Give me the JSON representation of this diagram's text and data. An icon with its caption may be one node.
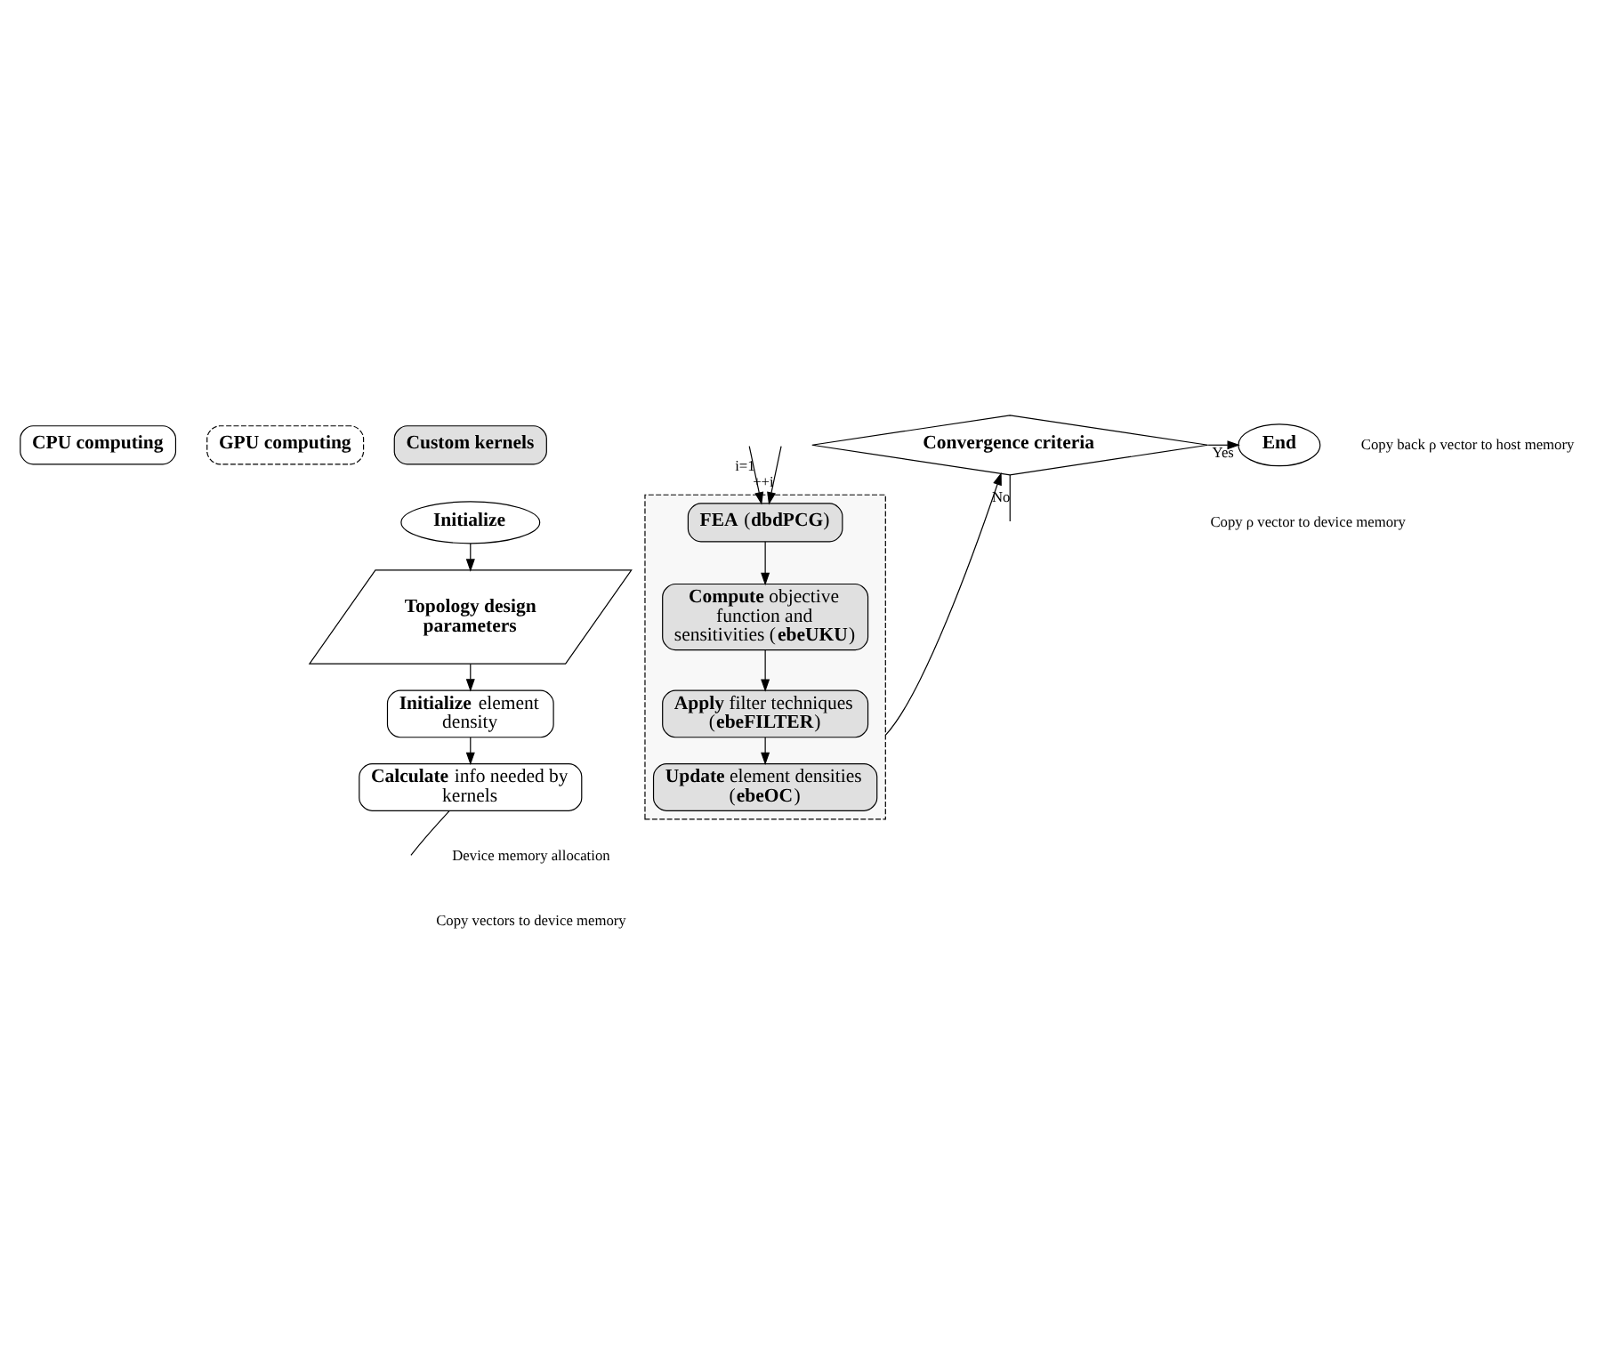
{
  "diagram": {
    "nodes": [
      {
        "text": [
          "CPU computing"
        ]
      },
      {
        "text": [
          "GPU computing"
        ]
      },
      {
        "text": [
          "Custom kernels"
        ]
      },
      {
        "text": [
          "Initialize"
        ]
      },
      {
        "text": [
          "Topology design parameters"
        ]
      },
      {
        "text": [
          "**Initialize** element density"
        ]
      },
      {
        "text": [
          "**Calculate** info needed by kernels"
        ]
      },
      {
        "text": [],
        "shape": "box"
      },
      {
        "text": [
          "End"
        ]
      },
      {
        "text": [
          "Convergence criteria"
        ]
      },
      {
        "text": [
          "**Update** element densities (**ebeOC**)"
        ],
        "in": 7
      },
      {
        "text": [
          "**Apply** filter techniques (**ebeFILTER**)"
        ],
        "in": 7
      },
      {
        "text": [
          "**Compute** objective function and sensitivities (**ebeUKU**)"
        ],
        "in": 7
      },
      {
        "text": [
          "**FEA** (**dbdPCG**)"
        ],
        "in": 7
      }
    ],
    "edges": [
      {
        "from": 3,
        "to": 4,
        "arrow": "to"
      },
      {
        "from": 4,
        "to": 5,
        "arrow": "to"
      },
      {
        "from": 5,
        "to": 6,
        "arrow": "to"
      },
      {
        "from": 6,
        "to": null,
        "arrow": "none"
      },
      {
        "from": null,
        "to": 13,
        "arrow": "to",
        "label": "i=1"
      },
      {
        "from": 13,
        "to": 12,
        "arrow": "to"
      },
      {
        "from": 12,
        "to": 11,
        "arrow": "to"
      },
      {
        "from": 11,
        "to": 10,
        "arrow": "to"
      },
      {
        "from": 7,
        "to": 9,
        "arrow": "to"
      },
      {
        "from": 9,
        "to": 8,
        "arrow": "to",
        "label": "Yes"
      },
      {
        "from": 9,
        "to": null,
        "arrow": "none",
        "label": "No"
      },
      {
        "from": null,
        "to": 13,
        "arrow": "to",
        "label": "++i"
      }
    ],
    "labels": [
      "Copy ρ vector to device memory",
      "Copy back ρ vector to host memory",
      "Device memory allocation",
      "Copy vectors to device memory"
    ]
  }
}
